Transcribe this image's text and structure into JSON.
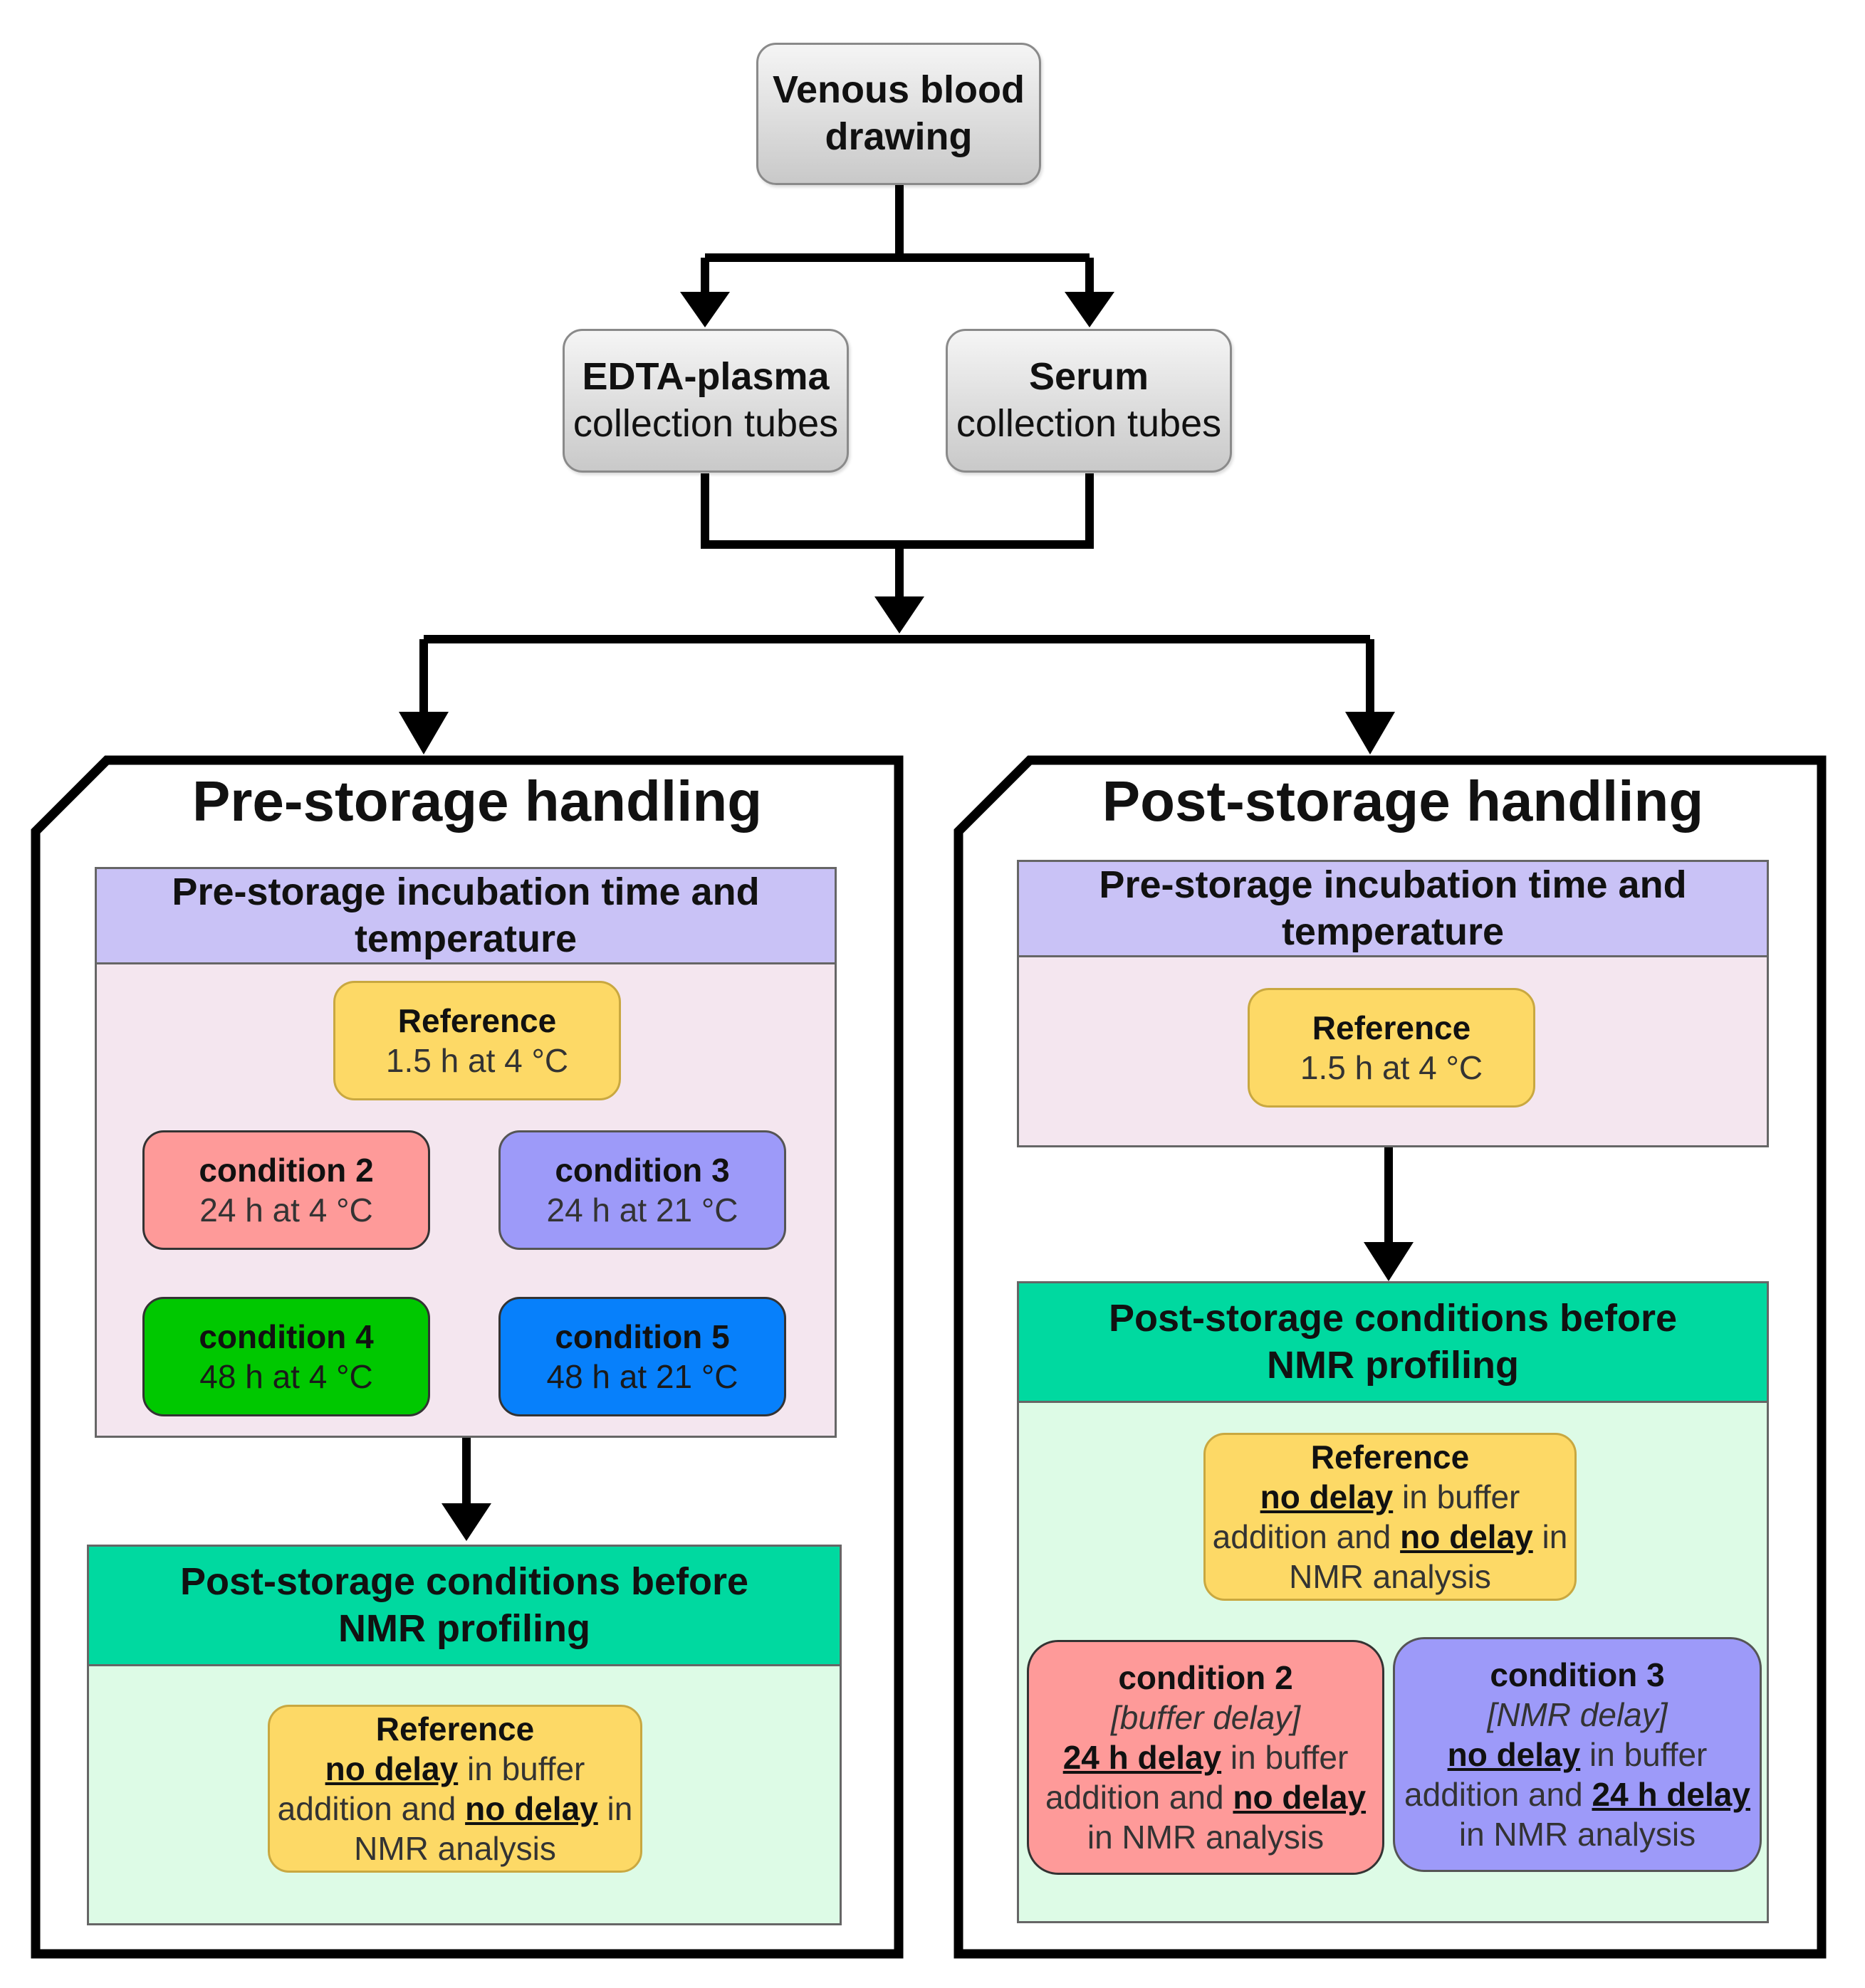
{
  "top": {
    "title": "Venous blood drawing"
  },
  "tubes": {
    "edta": {
      "title": "EDTA-plasma",
      "sub": "collection tubes"
    },
    "serum": {
      "title": "Serum",
      "sub": "collection tubes"
    }
  },
  "pre": {
    "title": "Pre-storage handling",
    "incubation_header": "Pre-storage incubation time and temperature",
    "reference": {
      "title": "Reference",
      "sub": "1.5 h at 4 °C"
    },
    "conditions": [
      {
        "title": "condition 2",
        "sub": "24 h at 4 °C"
      },
      {
        "title": "condition 3",
        "sub": "24 h at 21 °C"
      },
      {
        "title": "condition 4",
        "sub": "48 h at 4 °C"
      },
      {
        "title": "condition 5",
        "sub": "48 h at 21 °C"
      }
    ],
    "post_header": "Post-storage conditions before NMR profiling",
    "post_reference": {
      "title": "Reference",
      "delay1": "no delay",
      "text1": " in buffer",
      "text2": "addition and ",
      "delay2": "no delay",
      "text3": " in",
      "text4": "NMR analysis"
    }
  },
  "post": {
    "title": "Post-storage handling",
    "incubation_header": "Pre-storage incubation time and temperature",
    "reference": {
      "title": "Reference",
      "sub": "1.5 h at 4 °C"
    },
    "post_header": "Post-storage conditions before NMR profiling",
    "post_reference": {
      "title": "Reference",
      "delay1": "no delay",
      "text1": " in buffer",
      "text2": "addition and ",
      "delay2": "no delay",
      "text3": " in",
      "text4": "NMR analysis"
    },
    "condition2": {
      "title": "condition 2",
      "tag": "[buffer delay]",
      "delay1": "24 h delay",
      "text1": " in buffer",
      "text2": "addition and ",
      "delay2": "no delay",
      "text3": "in NMR analysis"
    },
    "condition3": {
      "title": "condition 3",
      "tag": "[NMR delay]",
      "delay1": "no delay",
      "text1": " in buffer",
      "text2": "addition and ",
      "delay2": "24 h delay",
      "text3": "in NMR analysis"
    }
  },
  "colors": {
    "reference": "#fdd966",
    "condition2": "#fe9a99",
    "condition3": "#9d9af9",
    "condition4": "#00c800",
    "condition5": "#0780fb",
    "incubation_header": "#c9c2f6",
    "post_header": "#00d9a0"
  }
}
